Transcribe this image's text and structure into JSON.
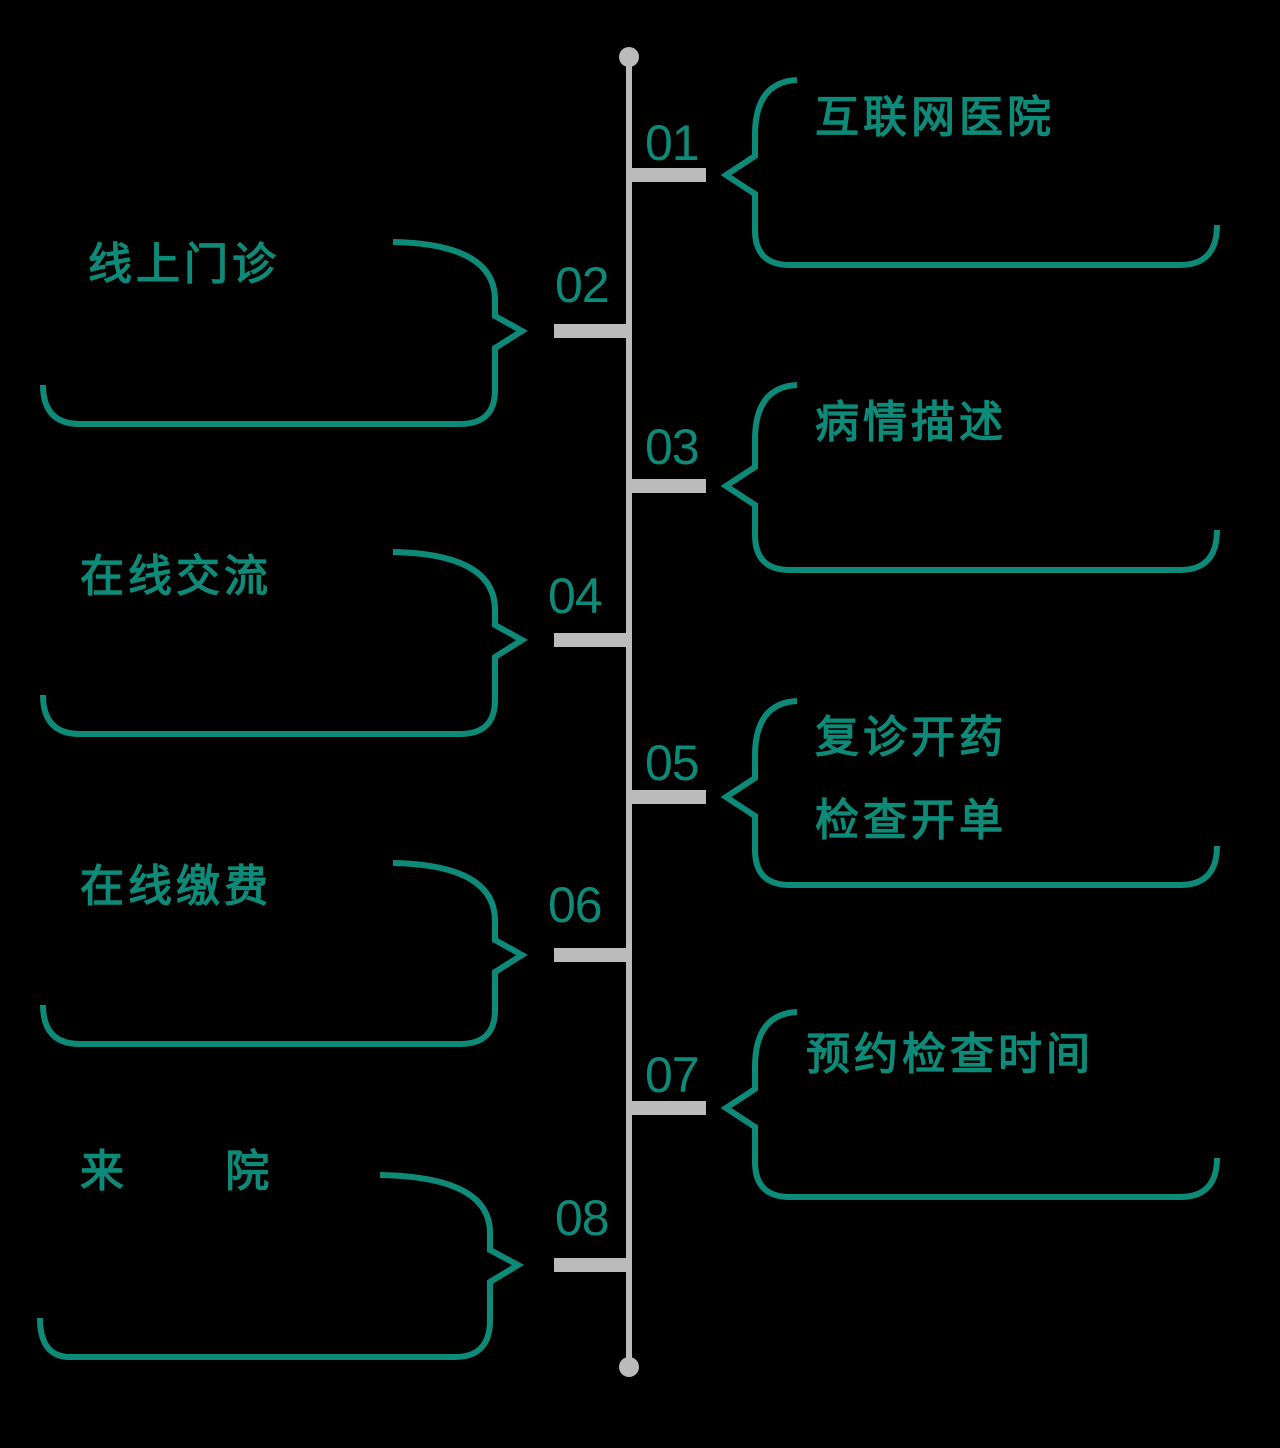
{
  "colors": {
    "accent": "#0e8a78",
    "axis": "#bbbbbb",
    "background": "#000000"
  },
  "steps": [
    {
      "num": "01",
      "side": "right",
      "lines": [
        "互联网医院"
      ]
    },
    {
      "num": "02",
      "side": "left",
      "lines": [
        "线上门诊"
      ]
    },
    {
      "num": "03",
      "side": "right",
      "lines": [
        "病情描述"
      ]
    },
    {
      "num": "04",
      "side": "left",
      "lines": [
        "在线交流"
      ]
    },
    {
      "num": "05",
      "side": "right",
      "lines": [
        "复诊开药",
        "检查开单"
      ]
    },
    {
      "num": "06",
      "side": "left",
      "lines": [
        "在线缴费"
      ]
    },
    {
      "num": "07",
      "side": "right",
      "lines": [
        "预约检查时间"
      ]
    },
    {
      "num": "08",
      "side": "left",
      "lines": [
        "来    院"
      ]
    }
  ]
}
